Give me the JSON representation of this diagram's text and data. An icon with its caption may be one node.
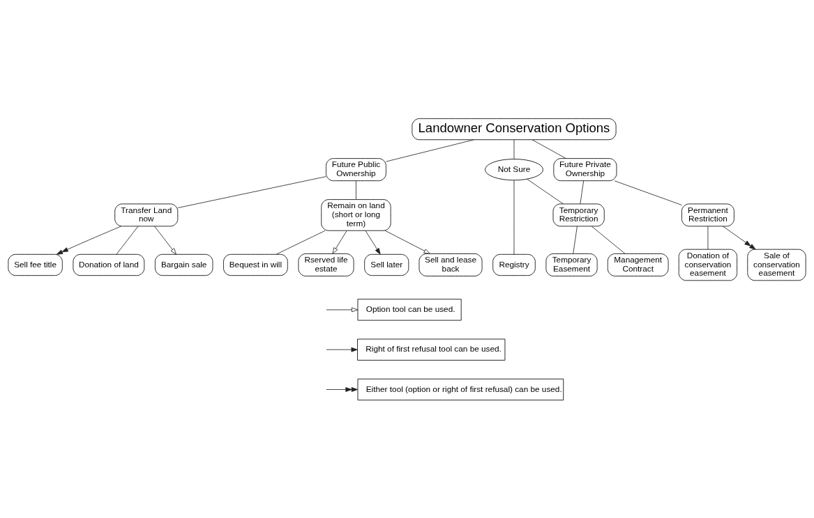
{
  "diagram": {
    "nodes": [
      {
        "text": [
          "Landowner Conservation Options"
        ]
      },
      {
        "text": [
          "Future Public Ownership"
        ]
      },
      {
        "text": [
          "Not Sure"
        ]
      },
      {
        "text": [
          "Future Private Ownership"
        ]
      },
      {
        "text": [
          "Transfer Land now"
        ]
      },
      {
        "text": [
          "Remain on land (short or long term)"
        ]
      },
      {
        "text": [
          "Registry"
        ]
      },
      {
        "text": [
          "Temporary Restriction"
        ]
      },
      {
        "text": [
          "Permanent Restriction"
        ]
      },
      {
        "text": [
          "Sell fee title"
        ]
      },
      {
        "text": [
          "Donation of land"
        ]
      },
      {
        "text": [
          "Bargain sale"
        ]
      },
      {
        "text": [
          "Temporary Easement"
        ]
      },
      {
        "text": [
          "Management Contract"
        ]
      },
      {
        "text": [
          "Donation of conservation easement"
        ]
      },
      {
        "text": [
          "Sale of conservation easement"
        ]
      },
      {
        "text": [
          "Bequest in will"
        ]
      },
      {
        "text": [
          "Rserved life estate"
        ]
      },
      {
        "text": [
          "Sell later"
        ]
      },
      {
        "text": [
          "Sell and lease back"
        ]
      }
    ],
    "edges": [
      {
        "from": 0,
        "to": 1,
        "arrow": "none"
      },
      {
        "from": 0,
        "to": 2,
        "arrow": "none"
      },
      {
        "from": 0,
        "to": 3,
        "arrow": "none"
      },
      {
        "from": 1,
        "to": 4,
        "arrow": "none"
      },
      {
        "from": 1,
        "to": 5,
        "arrow": "none"
      },
      {
        "from": 2,
        "to": 6,
        "arrow": "none"
      },
      {
        "from": 2,
        "to": 7,
        "arrow": "none"
      },
      {
        "from": 3,
        "to": 7,
        "arrow": "none"
      },
      {
        "from": 3,
        "to": 8,
        "arrow": "none"
      },
      {
        "from": 4,
        "to": 9,
        "arrow": "to"
      },
      {
        "from": 4,
        "to": 11,
        "arrow": "to"
      },
      {
        "from": 4,
        "to": 10,
        "arrow": "none"
      },
      {
        "from": 5,
        "to": 16,
        "arrow": "none"
      },
      {
        "from": 5,
        "to": 17,
        "arrow": "to"
      },
      {
        "from": 5,
        "to": 18,
        "arrow": "to"
      },
      {
        "from": 5,
        "to": 19,
        "arrow": "to"
      },
      {
        "from": 7,
        "to": 13,
        "arrow": "none"
      },
      {
        "from": 7,
        "to": 12,
        "arrow": "none"
      },
      {
        "from": 8,
        "to": 15,
        "arrow": "to"
      },
      {
        "from": 8,
        "to": 14,
        "arrow": "none"
      }
    ],
    "legend": [
      {
        "text": "Option tool can be used."
      },
      {
        "text": "Right of first refusal tool can be used."
      },
      {
        "text": "Either tool (option or right of first refusal) can be used."
      }
    ]
  }
}
